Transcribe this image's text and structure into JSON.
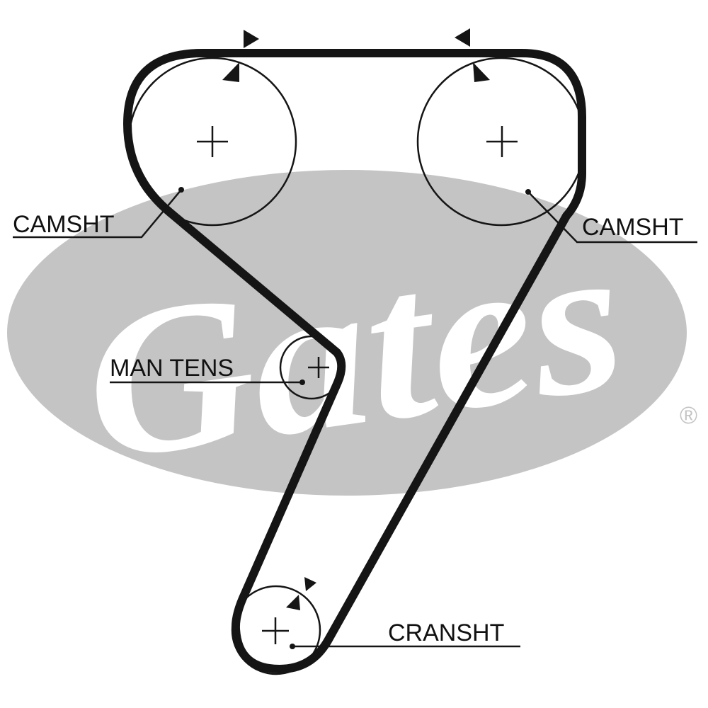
{
  "watermark": {
    "brand": "Gates",
    "registered_mark": "®",
    "color": "#c4c4c4",
    "text_color": "#ffffff"
  },
  "colors": {
    "belt": "#151515",
    "line": "#151515",
    "background": "#ffffff"
  },
  "pulleys": {
    "camshaft_left": {
      "label": "CAMSHT"
    },
    "camshaft_right": {
      "label": "CAMSHT"
    },
    "tensioner": {
      "label": "MAN TENS"
    },
    "crankshaft": {
      "label": "CRANSHT"
    }
  }
}
